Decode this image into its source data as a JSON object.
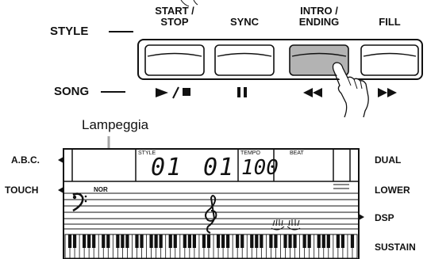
{
  "style_row": {
    "label": "STYLE",
    "buttons": [
      {
        "line1": "START /",
        "line2": "STOP"
      },
      {
        "line1": "",
        "line2": "SYNC"
      },
      {
        "line1": "INTRO /",
        "line2": "ENDING"
      },
      {
        "line1": "",
        "line2": "FILL"
      }
    ]
  },
  "song_row": {
    "label": "SONG",
    "symbols": [
      "►/■",
      "❚❚",
      "◄◄",
      "►►"
    ],
    "symbol_icons": [
      "play-stop-icon",
      "pause-icon",
      "rewind-icon",
      "fast-forward-icon"
    ]
  },
  "annotation": "Lampeggia",
  "lcd": {
    "style_label": "STYLE",
    "tempo_label": "TEMPO",
    "beat_label": "BEAT",
    "style_number": "01",
    "measure_number": "01",
    "tempo_value": "100",
    "nor_label": "NOR",
    "left_labels": [
      "A.B.C.",
      "TOUCH"
    ],
    "right_labels": [
      "DUAL",
      "LOWER",
      "DSP",
      "SUSTAIN"
    ]
  },
  "colors": {
    "pressed_button": "#b3b3b3",
    "annotation_arrow": "#a6a6a6",
    "ink": "#111111"
  }
}
